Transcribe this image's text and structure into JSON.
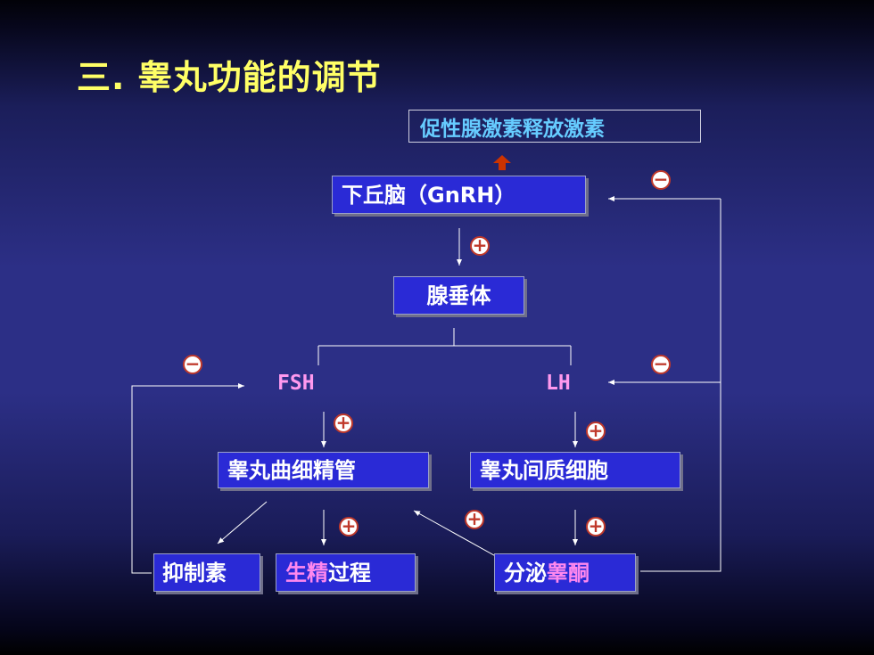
{
  "title": "三.  睾丸功能的调节",
  "nodes": {
    "top_hormone": "促性腺激素释放激素",
    "hypothalamus": "下丘脑（GnRH）",
    "pituitary": "腺垂体",
    "fsh": "FSH",
    "lh": "LH",
    "seminiferous": "睾丸曲细精管",
    "leydig": "睾丸间质细胞",
    "inhibin": "抑制素",
    "spermatogenesis_a": "生精",
    "spermatogenesis_b": "过程",
    "testosterone_a": "分泌",
    "testosterone_b": "睾酮"
  },
  "signs": {
    "plus": "+",
    "minus": "−"
  },
  "colors": {
    "box_fill": "#2a2ad6",
    "title": "#ffff66",
    "header_text": "#66ccff",
    "hormone_text": "#ff99ee",
    "sign_border": "#c0392b",
    "up_arrow": "#cc3300"
  }
}
